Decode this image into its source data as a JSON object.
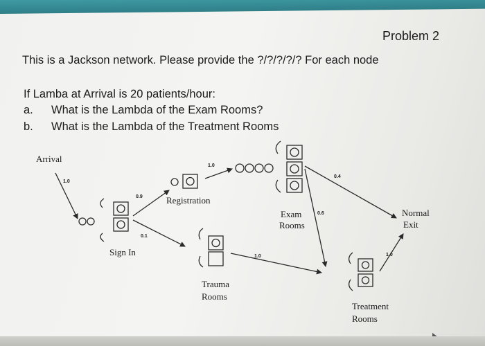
{
  "problem_title": "Problem 2",
  "intro": "This is a Jackson network. Please provide the ?/?/?/?/? For each node",
  "given": "If Lamba at Arrival is 20 patients/hour:",
  "questions": [
    {
      "marker": "a.",
      "text": "What is the Lambda of the Exam Rooms?"
    },
    {
      "marker": "b.",
      "text": "What is the Lambda of the Treatment Rooms"
    }
  ],
  "diagram": {
    "nodes": {
      "arrival": "Arrival",
      "sign_in": "Sign In",
      "registration": "Registration",
      "exam_rooms": [
        "Exam",
        "Rooms"
      ],
      "trauma_rooms": [
        "Trauma",
        "Rooms"
      ],
      "treatment_rooms": [
        "Treatment",
        "Rooms"
      ],
      "normal_exit": [
        "Normal",
        "Exit"
      ]
    },
    "probabilities": {
      "arrival_to_sign_in": "1.0",
      "sign_in_to_registration": "0.9",
      "sign_in_to_trauma": "0.1",
      "registration_to_exam": "1.0",
      "exam_to_exit": "0.4",
      "exam_to_treatment": "0.6",
      "trauma_to_treatment": "1.0",
      "treatment_to_exit": "1.0"
    }
  }
}
